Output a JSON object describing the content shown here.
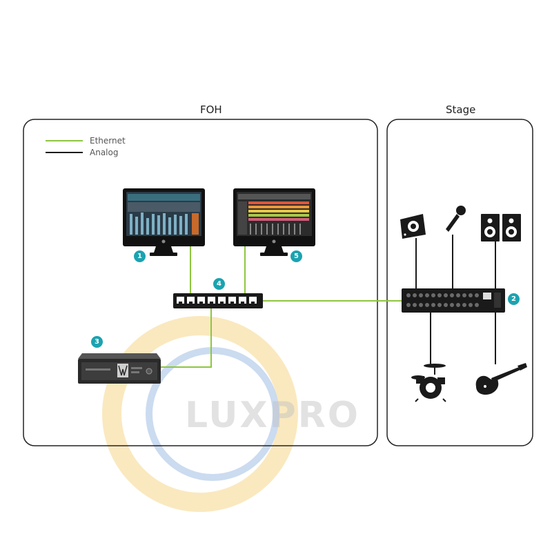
{
  "sections": {
    "foh_title": "FOH",
    "stage_title": "Stage"
  },
  "legend": {
    "ethernet_label": "Ethernet",
    "analog_label": "Analog",
    "ethernet_color": "#8dc63f",
    "analog_color": "#1a1a1a"
  },
  "badges": {
    "mixer_screen": "1",
    "stage_io": "2",
    "server": "3",
    "switch": "4",
    "daw_screen": "5"
  },
  "badge_color": "#1ba3b0",
  "icons": {
    "monitor_1": "computer-monitor-icon",
    "monitor_2": "computer-monitor-icon",
    "switch": "network-switch-icon",
    "server": "server-unit-icon",
    "stage_box": "stage-io-box-icon",
    "wedge": "wedge-monitor-icon",
    "microphone": "microphone-icon",
    "speakers": "speakers-icon",
    "drums": "drum-kit-icon",
    "guitar": "electric-guitar-icon"
  },
  "watermark": {
    "text": "LUXPRO"
  }
}
